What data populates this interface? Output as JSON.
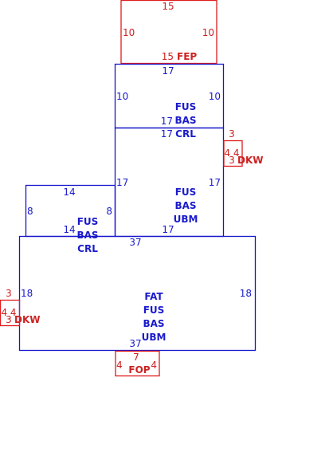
{
  "colors": {
    "blue": "#1515cc",
    "red": "#e01b1b"
  },
  "blocks": [
    {
      "name": "fep-block",
      "color": "red",
      "top": "15",
      "left": "10",
      "right": "10",
      "bottom": "15",
      "label_lines": [
        "FEP"
      ]
    },
    {
      "name": "fus-bas-crl-upper-block",
      "color": "blue",
      "top": "17",
      "left": "10",
      "right": "10",
      "bottom": "17",
      "label_lines": [
        "FUS",
        "BAS",
        "CRL"
      ]
    },
    {
      "name": "fus-bas-ubm-block",
      "color": "blue",
      "top": "17",
      "left": "17",
      "right": "17",
      "bottom": "17",
      "label_lines": [
        "FUS",
        "BAS",
        "UBM"
      ]
    },
    {
      "name": "fus-bas-crl-left-block",
      "color": "blue",
      "top": "14",
      "left": "8",
      "right": "8",
      "bottom": "14",
      "label_lines": [
        "FUS",
        "BAS",
        "CRL"
      ]
    },
    {
      "name": "fat-fus-bas-ubm-block",
      "color": "blue",
      "top": "37",
      "left": "18",
      "right": "18",
      "bottom": "37",
      "label_lines": [
        "FAT",
        "FUS",
        "BAS",
        "UBM"
      ]
    },
    {
      "name": "dkw-upper-block",
      "color": "red",
      "top": "3",
      "sides": "4 4",
      "bottom": "3",
      "label_lines": [
        "DKW"
      ]
    },
    {
      "name": "dkw-lower-block",
      "color": "red",
      "top": "3",
      "sides": "4 4",
      "bottom": "3",
      "label_lines": [
        "DKW"
      ]
    },
    {
      "name": "fop-block",
      "color": "red",
      "top": "7",
      "left": "4",
      "right": "4",
      "label_lines": [
        "FOP"
      ]
    }
  ]
}
